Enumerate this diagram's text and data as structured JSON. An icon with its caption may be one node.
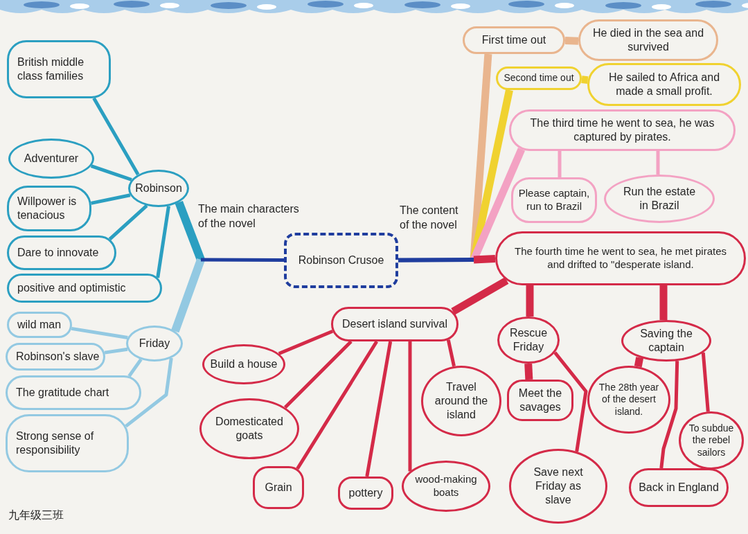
{
  "diagram": {
    "nodes": [
      {
        "text": [
          "Robinson Crusoe"
        ]
      },
      {
        "text": [
          "Robinson"
        ]
      },
      {
        "text": [
          "British middle class families"
        ]
      },
      {
        "text": [
          "Adventurer"
        ]
      },
      {
        "text": [
          "Willpower is tenacious"
        ]
      },
      {
        "text": [
          "Dare to innovate"
        ]
      },
      {
        "text": [
          "positive and optimistic"
        ]
      },
      {
        "text": [
          "Friday"
        ]
      },
      {
        "text": [
          "wild man"
        ]
      },
      {
        "text": [
          "Robinson's slave"
        ]
      },
      {
        "text": [
          "The gratitude chart"
        ]
      },
      {
        "text": [
          "Strong sense of responsibility"
        ]
      },
      {
        "text": [
          "First time out"
        ]
      },
      {
        "text": [
          "He died in the sea and survived"
        ]
      },
      {
        "text": [
          "Second time out"
        ]
      },
      {
        "text": [
          "He sailed to Africa and made a small profit."
        ]
      },
      {
        "text": [
          "The third time he went to sea, he was captured by pirates."
        ]
      },
      {
        "text": [
          "Please captain, run to Brazil"
        ]
      },
      {
        "text": [
          "Run the estate in Brazil"
        ]
      },
      {
        "text": [
          "The fourth time he went to sea, he met pirates and drifted to \"desperate island."
        ]
      },
      {
        "text": [
          "Desert island survival"
        ]
      },
      {
        "text": [
          "Build a house"
        ]
      },
      {
        "text": [
          "Domesticated goats"
        ]
      },
      {
        "text": [
          "Travel around the island"
        ]
      },
      {
        "text": [
          "Grain"
        ]
      },
      {
        "text": [
          "pottery"
        ]
      },
      {
        "text": [
          "wood-making boats"
        ]
      },
      {
        "text": [
          "Rescue Friday"
        ]
      },
      {
        "text": [
          "Meet the savages"
        ]
      },
      {
        "text": [
          "Save next Friday as slave"
        ]
      },
      {
        "text": [
          "Saving the captain"
        ]
      },
      {
        "text": [
          "The 28th year of the desert island."
        ]
      },
      {
        "text": [
          "To subdue the rebel sailors"
        ]
      },
      {
        "text": [
          "Back in England"
        ]
      }
    ],
    "edges": [
      {
        "from": 0,
        "to": 1,
        "arrow": "none",
        "label": "The main characters of the novel",
        "color": "#1f3d9e"
      },
      {
        "from": 0,
        "to": 7,
        "arrow": "none",
        "color": "#1f3d9e"
      },
      {
        "from": 1,
        "to": 2,
        "arrow": "none",
        "color": "#2b9fc1"
      },
      {
        "from": 1,
        "to": 3,
        "arrow": "none",
        "color": "#2b9fc1"
      },
      {
        "from": 1,
        "to": 4,
        "arrow": "none",
        "color": "#2b9fc1"
      },
      {
        "from": 1,
        "to": 5,
        "arrow": "none",
        "color": "#2b9fc1"
      },
      {
        "from": 1,
        "to": 6,
        "arrow": "none",
        "color": "#2b9fc1"
      },
      {
        "from": 7,
        "to": 8,
        "arrow": "none",
        "color": "#93c9e2"
      },
      {
        "from": 7,
        "to": 9,
        "arrow": "none",
        "color": "#93c9e2"
      },
      {
        "from": 7,
        "to": 10,
        "arrow": "none",
        "color": "#93c9e2"
      },
      {
        "from": 7,
        "to": 11,
        "arrow": "none",
        "color": "#93c9e2"
      },
      {
        "from": 0,
        "to": 12,
        "arrow": "none",
        "label": "The content of the novel",
        "style": "thick",
        "color": "#e9b58e"
      },
      {
        "from": 0,
        "to": 14,
        "arrow": "none",
        "style": "thick",
        "color": "#f0d230"
      },
      {
        "from": 0,
        "to": 16,
        "arrow": "none",
        "style": "thick",
        "color": "#f3a2c3"
      },
      {
        "from": 0,
        "to": 19,
        "arrow": "none",
        "color": "#1f3d9e"
      },
      {
        "from": 12,
        "to": 13,
        "arrow": "none",
        "style": "thick",
        "color": "#e9b58e"
      },
      {
        "from": 14,
        "to": 15,
        "arrow": "none",
        "style": "thick",
        "color": "#f0d230"
      },
      {
        "from": 16,
        "to": 17,
        "arrow": "none",
        "color": "#f3a2c3"
      },
      {
        "from": 16,
        "to": 18,
        "arrow": "none",
        "color": "#f3a2c3"
      },
      {
        "from": 19,
        "to": 20,
        "arrow": "none",
        "style": "thick"
      },
      {
        "from": 19,
        "to": 27,
        "arrow": "none",
        "style": "thick"
      },
      {
        "from": 19,
        "to": 30,
        "arrow": "none",
        "style": "thick"
      },
      {
        "from": 20,
        "to": 21,
        "arrow": "none"
      },
      {
        "from": 20,
        "to": 22,
        "arrow": "none"
      },
      {
        "from": 20,
        "to": 23,
        "arrow": "none"
      },
      {
        "from": 20,
        "to": 24,
        "arrow": "none"
      },
      {
        "from": 20,
        "to": 25,
        "arrow": "none"
      },
      {
        "from": 20,
        "to": 26,
        "arrow": "none"
      },
      {
        "from": 27,
        "to": 28,
        "arrow": "none",
        "style": "thick"
      },
      {
        "from": 27,
        "to": 29,
        "arrow": "none"
      },
      {
        "from": 30,
        "to": 31,
        "arrow": "none",
        "style": "thick"
      },
      {
        "from": 30,
        "to": 32,
        "arrow": "none"
      },
      {
        "from": 30,
        "to": 33,
        "arrow": "none"
      }
    ],
    "labels": [
      "九年级三班"
    ]
  }
}
